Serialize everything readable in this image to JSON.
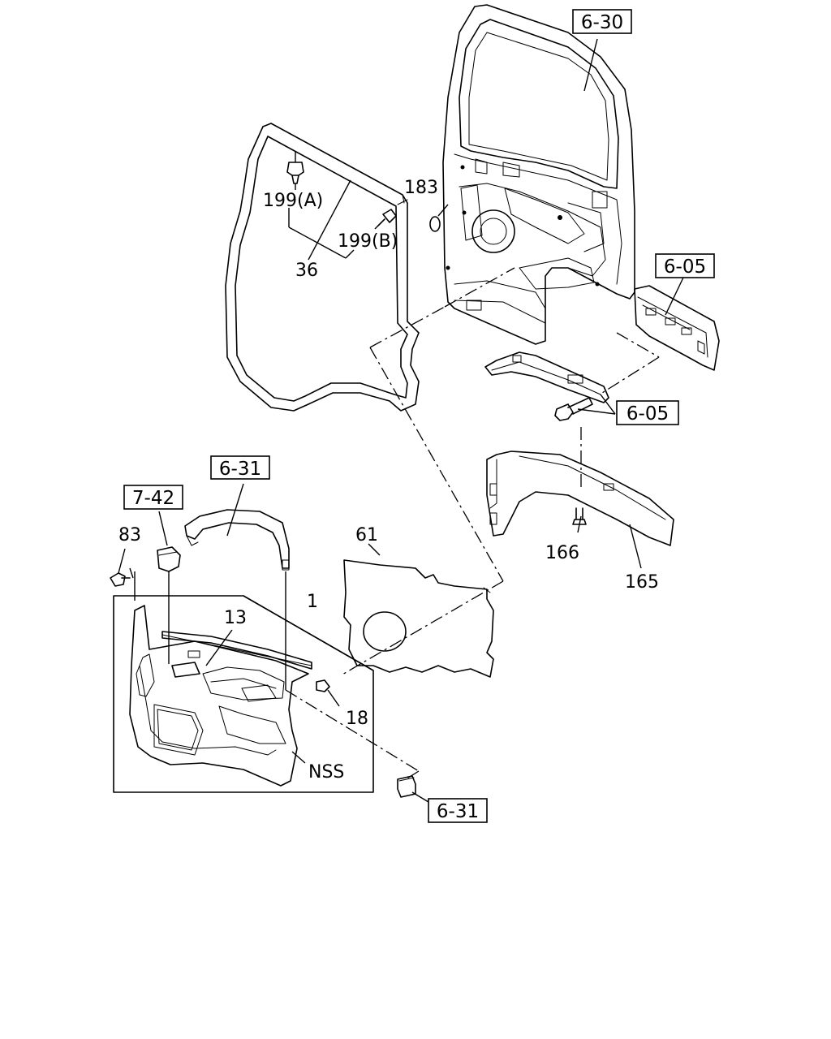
{
  "refs": {
    "r630": "6-30",
    "r605_top": "6-05",
    "r605_mid": "6-05",
    "r631_top": "6-31",
    "r742": "7-42",
    "r631_bottom": "6-31"
  },
  "labels": {
    "p183": "183",
    "p199a": "199(A)",
    "p199b": "199(B)",
    "p36": "36",
    "p83": "83",
    "p61": "61",
    "p1": "1",
    "p13": "13",
    "p18": "18",
    "nss": "NSS",
    "p166": "166",
    "p165": "165"
  }
}
